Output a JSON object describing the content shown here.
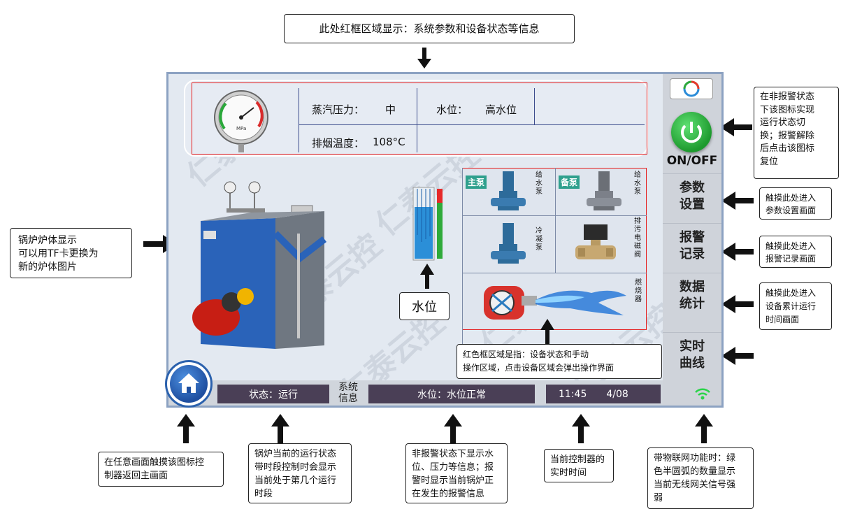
{
  "callouts": {
    "top": "此处红框区域显示：系统参数和设备状态等信息",
    "left_body": "锅炉炉体显示\n可以用TF卡更换为\n新的炉体图片",
    "onoff": "在非报警状态\n下该图标实现\n运行状态切\n换；报警解除\n后点击该图标\n复位",
    "params": "触摸此处进入\n参数设置画面",
    "alarm": "触摸此处进入\n报警记录画面",
    "stats": "触摸此处进入\n设备累计运行\n时间画面",
    "redarea": "红色框区域是指：设备状态和手动\n操作区域，点击设备区域会弹出操作界面",
    "home": "在任意画面触摸该图标控\n制器返回主画面",
    "status": "锅炉当前的运行状态\n带时段控制时会显示\n当前处于第几个运行\n时段",
    "waterinfo": "非报警状态下显示水\n位、压力等信息；报\n警时显示当前锅炉正\n在发生的报警信息",
    "time": "当前控制器的\n实时时间",
    "wifi": "带物联网功能时：绿\n色半圆弧的数量显示\n当前无线网关信号强\n弱"
  },
  "info": {
    "steam_label": "蒸汽压力：",
    "steam_value": "中",
    "water_label": "水位：",
    "water_value": "高水位",
    "flue_label": "排烟温度：",
    "flue_value": "108°C"
  },
  "gauge_unit": "MPa",
  "water_gauge_label": "水位",
  "equipment": {
    "main_tag": "主泵",
    "backup_tag": "备泵",
    "feed_pump_1": "给\n水\n泵",
    "feed_pump_2": "给\n水\n泵",
    "cond_pump": "冷\n凝\n泵",
    "drain_valve": "排\n污\n电\n磁\n阀",
    "burner": "燃\n烧\n器"
  },
  "menu": {
    "onoff": "ON/OFF",
    "params": "参数\n设置",
    "alarm": "报警\n记录",
    "stats": "数据\n统计",
    "curve": "实时\n曲线"
  },
  "status_bar": {
    "state": "状态：运行",
    "sys_info": "系统\n信息",
    "water_msg": "水位：水位正常",
    "time": "11:45",
    "date": "4/08"
  },
  "watermark": "仁泰云控",
  "colors": {
    "accent_red": "#e51a1a",
    "status_dark": "#4a3f56",
    "power_green": "#1d9a2e",
    "wifi_green": "#2bd34a"
  }
}
